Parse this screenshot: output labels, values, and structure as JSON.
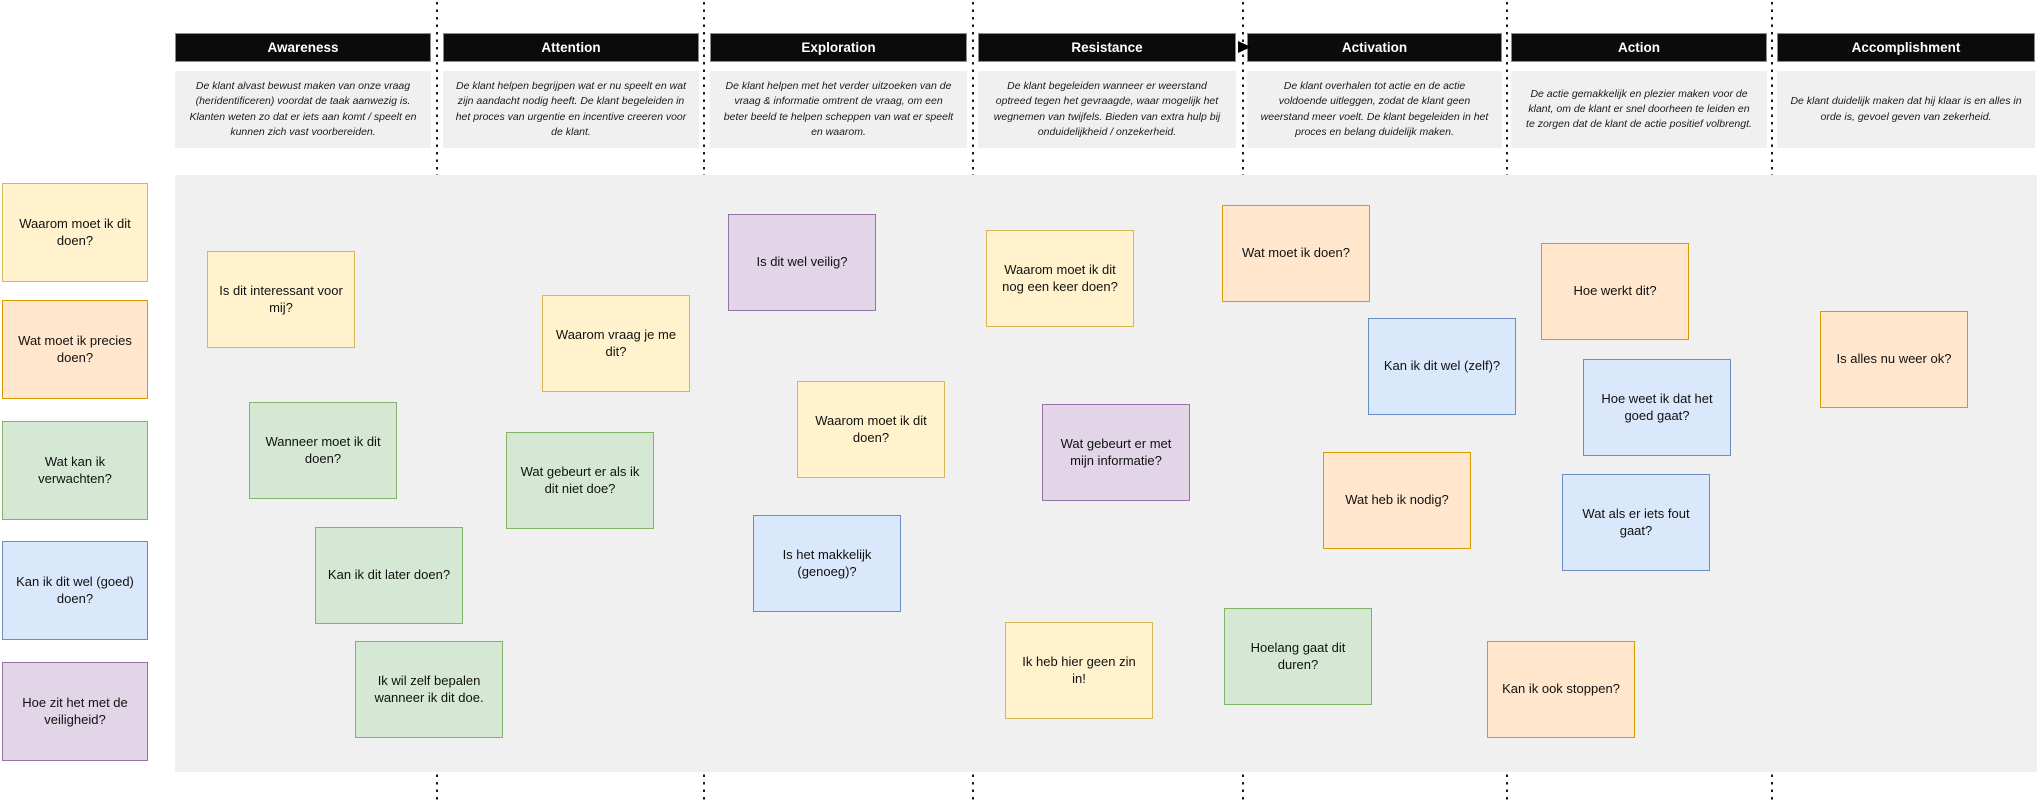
{
  "palette": {
    "yellow": {
      "fill": "#FFF2CC",
      "border": "#D6B656"
    },
    "orange": {
      "fill": "#FFE6CC",
      "border": "#D79B00"
    },
    "green": {
      "fill": "#D5E8D4",
      "border": "#82B366"
    },
    "blue": {
      "fill": "#DAE8FC",
      "border": "#6C8EBF"
    },
    "purple": {
      "fill": "#E1D5E7",
      "border": "#9673A6"
    },
    "header_bg": "#0B0B0B",
    "header_text": "#FFFFFF",
    "panel_bg": "#F0F0F0"
  },
  "sidebar": {
    "notes": [
      {
        "text": "Waarom moet ik dit doen?",
        "color": "yellow"
      },
      {
        "text": "Wat moet ik precies doen?",
        "color": "orange"
      },
      {
        "text": "Wat kan ik verwachten?",
        "color": "green"
      },
      {
        "text": "Kan ik dit wel (goed) doen?",
        "color": "blue"
      },
      {
        "text": "Hoe zit het met de veiligheid?",
        "color": "purple"
      }
    ]
  },
  "stages": [
    {
      "title": "Awareness",
      "description": "De klant alvast bewust maken van onze vraag (heridentificeren) voordat de taak aanwezig is. Klanten weten zo dat er iets aan komt / speelt en kunnen zich vast voorbereiden.",
      "notes": [
        {
          "text": "Is dit interessant voor mij?",
          "color": "yellow"
        },
        {
          "text": "Wanneer moet ik dit doen?",
          "color": "green"
        },
        {
          "text": "Kan ik dit later doen?",
          "color": "green"
        },
        {
          "text": "Ik wil zelf bepalen wanneer ik dit doe.",
          "color": "green"
        }
      ]
    },
    {
      "title": "Attention",
      "description": "De klant helpen begrijpen wat er nu speelt en wat zijn aandacht nodig heeft. De klant begeleiden in het proces van urgentie en incentive creeren voor de klant.",
      "notes": [
        {
          "text": "Waarom vraag je me dit?",
          "color": "yellow"
        },
        {
          "text": "Wat gebeurt er als ik dit niet doe?",
          "color": "green"
        }
      ]
    },
    {
      "title": "Exploration",
      "description": "De klant helpen met het verder uitzoeken van de vraag & informatie omtrent de vraag, om een beter beeld te helpen scheppen van wat er speelt en waarom.",
      "notes": [
        {
          "text": "Is dit wel veilig?",
          "color": "purple"
        },
        {
          "text": "Waarom moet ik dit doen?",
          "color": "yellow"
        },
        {
          "text": "Is het makkelijk (genoeg)?",
          "color": "blue"
        }
      ]
    },
    {
      "title": "Resistance",
      "description": "De klant begeleiden wanneer er weerstand optreed tegen het gevraagde, waar mogelijk het wegnemen van twijfels. Bieden van extra hulp bij onduidelijkheid / onzekerheid.",
      "notes": [
        {
          "text": "Waarom moet ik dit nog een keer doen?",
          "color": "yellow"
        },
        {
          "text": "Wat gebeurt er met mijn informatie?",
          "color": "purple"
        },
        {
          "text": "Ik heb hier geen zin in!",
          "color": "yellow"
        }
      ]
    },
    {
      "title": "Activation",
      "description": "De klant overhalen tot actie en de actie voldoende uitleggen, zodat de klant geen weerstand meer voelt. De klant begeleiden in het proces en belang duidelijk maken.",
      "notes": [
        {
          "text": "Wat moet ik doen?",
          "color": "orange"
        },
        {
          "text": "Kan ik dit wel (zelf)?",
          "color": "blue"
        },
        {
          "text": "Wat heb ik nodig?",
          "color": "orange"
        },
        {
          "text": "Hoelang gaat dit duren?",
          "color": "green"
        }
      ]
    },
    {
      "title": "Action",
      "description": "De actie gemakkelijk en plezier maken voor de klant, om de klant er snel doorheen te leiden en te zorgen dat de klant de actie positief volbrengt.",
      "notes": [
        {
          "text": "Hoe werkt dit?",
          "color": "orange"
        },
        {
          "text": "Hoe weet ik dat het goed gaat?",
          "color": "blue"
        },
        {
          "text": "Wat als er iets fout gaat?",
          "color": "blue"
        },
        {
          "text": "Kan ik ook stoppen?",
          "color": "orange"
        }
      ]
    },
    {
      "title": "Accomplishment",
      "description": "De klant duidelijk maken dat hij klaar is en alles in orde is, gevoel geven van zekerheid.",
      "notes": [
        {
          "text": "Is alles nu weer ok?",
          "color": "orange"
        }
      ]
    }
  ]
}
